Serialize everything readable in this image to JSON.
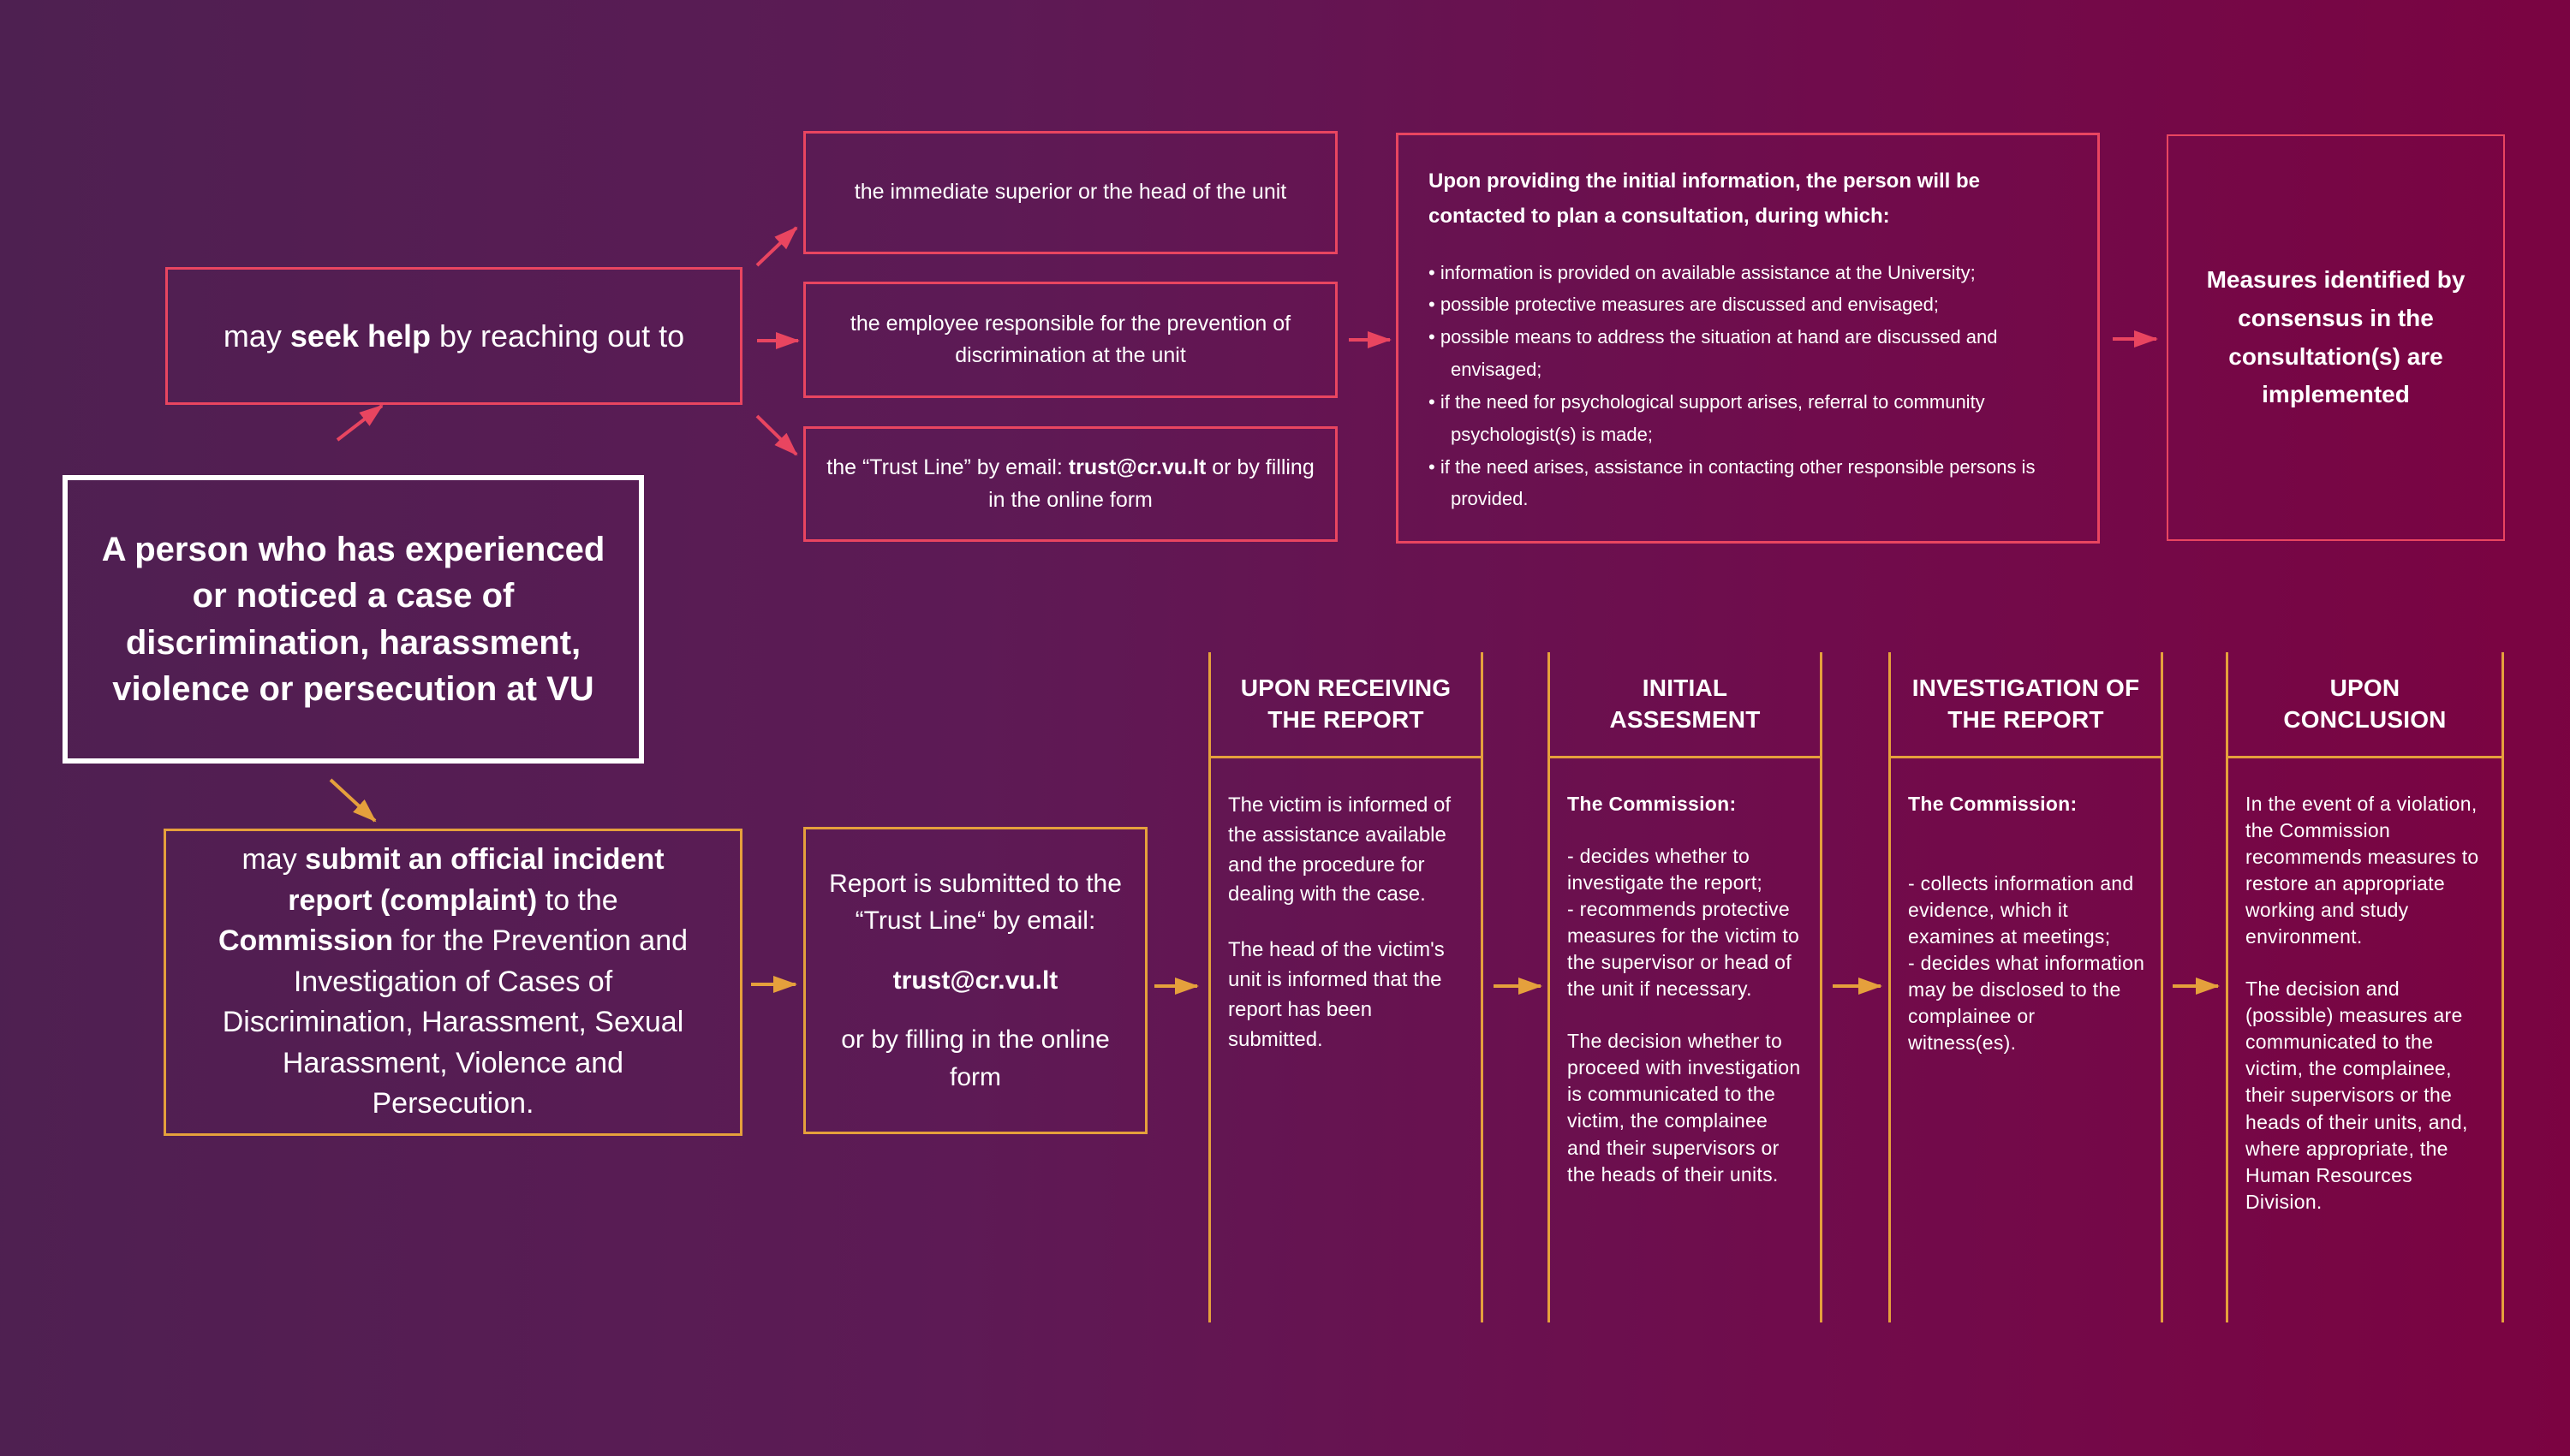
{
  "colors": {
    "pink": "#E94560",
    "orange": "#E5A03C",
    "white": "#FFFFFF",
    "bg_left": "#4E2051",
    "bg_right": "#7B0341"
  },
  "person_box": {
    "text": "A person who has experienced or noticed a case of discrimination, harassment, violence or persecution at VU"
  },
  "seek_help_box": {
    "pre": "may ",
    "bold": "seek help",
    "post": " by reaching out to"
  },
  "contact_options": [
    {
      "text": "the immediate superior or the head of the unit"
    },
    {
      "text": "the employee responsible for the prevention of discrimination at the unit"
    },
    {
      "pre": "the “Trust Line” by email: ",
      "bold": "trust@cr.vu.lt",
      "post": " or by filling in the online form"
    }
  ],
  "consultation_box": {
    "heading": "Upon providing the initial information, the person will be contacted to plan a consultation, during which:",
    "bullets": [
      "information is provided on available assistance at the University;",
      "possible protective measures are discussed and envisaged;",
      "possible means to address the situation at hand are discussed and envisaged;",
      "if the need for psychological support arises, referral to community psychologist(s) is made;",
      "if the need arises, assistance in contacting other  responsible persons is provided."
    ]
  },
  "measures_box": {
    "text": "Measures identified by consensus in the consultation(s) are implemented"
  },
  "submit_box": {
    "s1": "may ",
    "s2": "submit an official incident report (complaint)",
    "s3": " to the ",
    "s4": "Commission",
    "s5": " for the Prevention and Investigation of Cases of Discrimination, Harassment, Sexual Harassment, Violence and Persecution."
  },
  "report_box": {
    "line1": "Report is submitted to the “Trust Line“ by email:",
    "email": "trust@cr.vu.lt",
    "line2": "or by filling in the online form"
  },
  "stages": [
    {
      "header": "UPON RECEIVING\nTHE REPORT",
      "paragraphs": [
        "The victim is informed of the assistance available and the procedure for dealing with the case.",
        "The head of the victim's unit is informed that the report has been submitted."
      ]
    },
    {
      "header": "INITIAL\nASSESMENT",
      "intro": "The Commission:",
      "paragraphs": [
        "- decides whether to investigate the report;\n- recommends protective measures for the victim to the supervisor or head of the unit if necessary.",
        "The decision whether to proceed with investigation is communicated to the victim, the complainee and their supervisors or the heads of their units."
      ]
    },
    {
      "header": "INVESTIGATION OF\nTHE REPORT",
      "intro": "The Commission:",
      "paragraphs": [
        "- collects information and evidence, which it examines at meetings;\n- decides what information may be disclosed to the complainee or witness(es)."
      ]
    },
    {
      "header": "UPON\nCONCLUSION",
      "paragraphs": [
        "In the event of a violation, the Commission recommends measures to restore an appropriate working and study environment.",
        "The decision and (possible) measures are communicated to the victim, the complainee, their supervisors or the heads of their units, and, where appropriate, the Human Resources Division."
      ]
    }
  ]
}
